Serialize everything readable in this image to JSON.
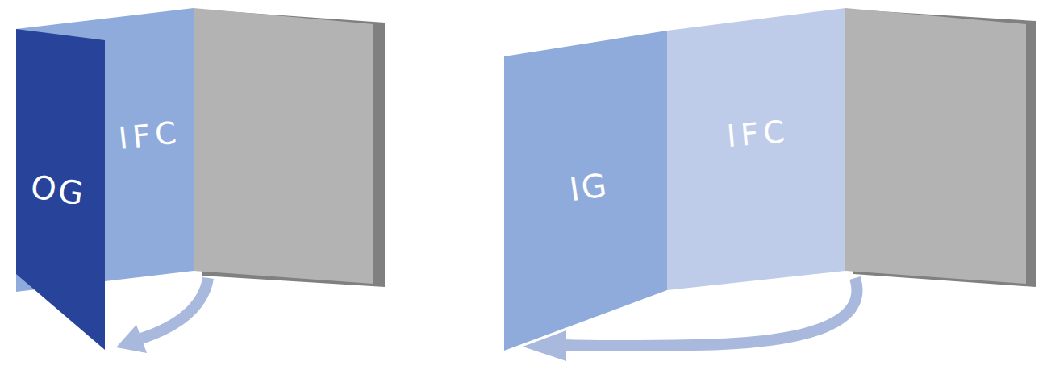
{
  "diagram": {
    "nodes": [
      {
        "text": [
          "OG"
        ]
      },
      {
        "text": [
          "IFC"
        ]
      },
      {
        "text": [
          "IG"
        ]
      },
      {
        "text": [
          "IFC"
        ]
      }
    ]
  }
}
